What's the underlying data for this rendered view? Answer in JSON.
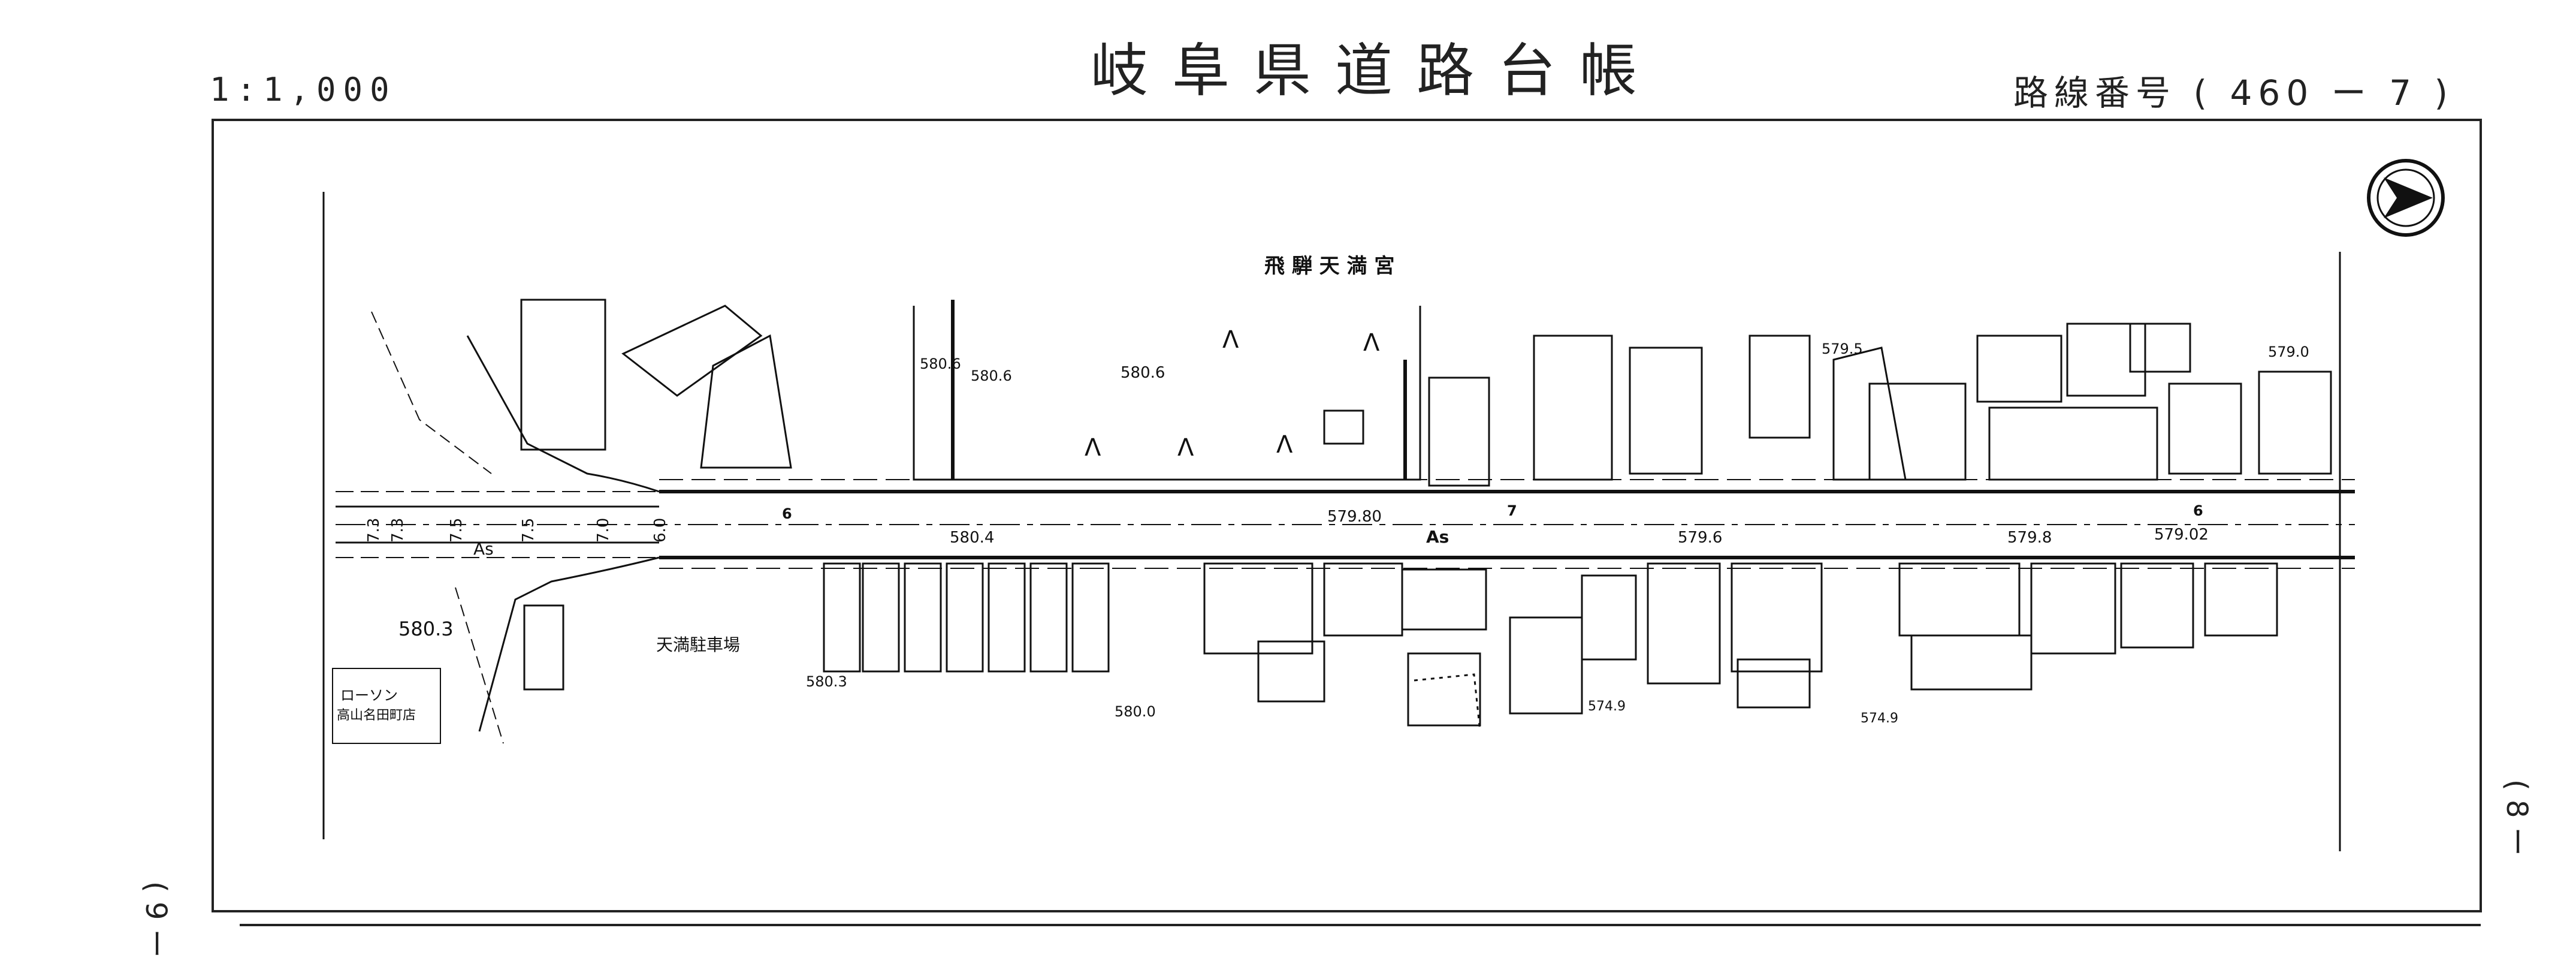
{
  "header": {
    "title": "岐阜県道路台帳",
    "scale": "1:1,000",
    "route_label": "路線番号",
    "route_number": "( 460 ー 7 )"
  },
  "side_marks": {
    "left_sheet": "( 9 ー",
    "right_sheet": "( 8 ー"
  },
  "map": {
    "north_arrow": "north-arrow-icon",
    "labels": {
      "shrine": "飛 騨 天 満 宮",
      "parking": "天満駐車場",
      "store_line1": "ローソン",
      "store_line2": "高山名田町店",
      "pavement_main": "As",
      "pavement_left": "As",
      "route_mark_7": "7",
      "route_mark_6a": "6",
      "route_mark_6b": "6"
    },
    "elevations": {
      "e1": "580.6",
      "e2": "580.6",
      "e3": "580.4",
      "e4": "579.80",
      "e5": "579.6",
      "e6": "579.8",
      "e7": "579.02",
      "e8": "579.5",
      "e9": "579.0",
      "e10": "580.3",
      "e11": "580.3",
      "e12": "580.0",
      "e13": "574.9",
      "e14": "574.9"
    },
    "road_widths": {
      "w1": "7.3",
      "w2": "7.3",
      "w3": "7.5",
      "w4": "7.5",
      "w5": "7.0",
      "w6": "6.0"
    }
  }
}
